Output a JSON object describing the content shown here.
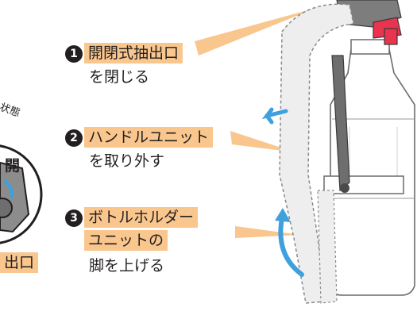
{
  "steps": [
    {
      "number": "1",
      "label": "開閉式抽出口",
      "text": "を閉じる"
    },
    {
      "number": "2",
      "label": "ハンドルユニット",
      "text": "を取り外す"
    },
    {
      "number": "3",
      "label_line1": "ボトルホルダー",
      "label_line2": "ユニットの",
      "text": "脚を上げる"
    }
  ],
  "left_inset": {
    "state_text": "状態",
    "open_label": "開",
    "outlet_label": "出口"
  },
  "colors": {
    "label_bg": "#f9c68d",
    "arrow_blue": "#3ea0dc",
    "nozzle_red": "#e8344e",
    "handle_gray": "#6e6e6e",
    "outline": "#6a6a6a"
  },
  "icons": [
    "left-arrow-icon",
    "curved-up-arrow-icon",
    "nozzle-icon"
  ]
}
